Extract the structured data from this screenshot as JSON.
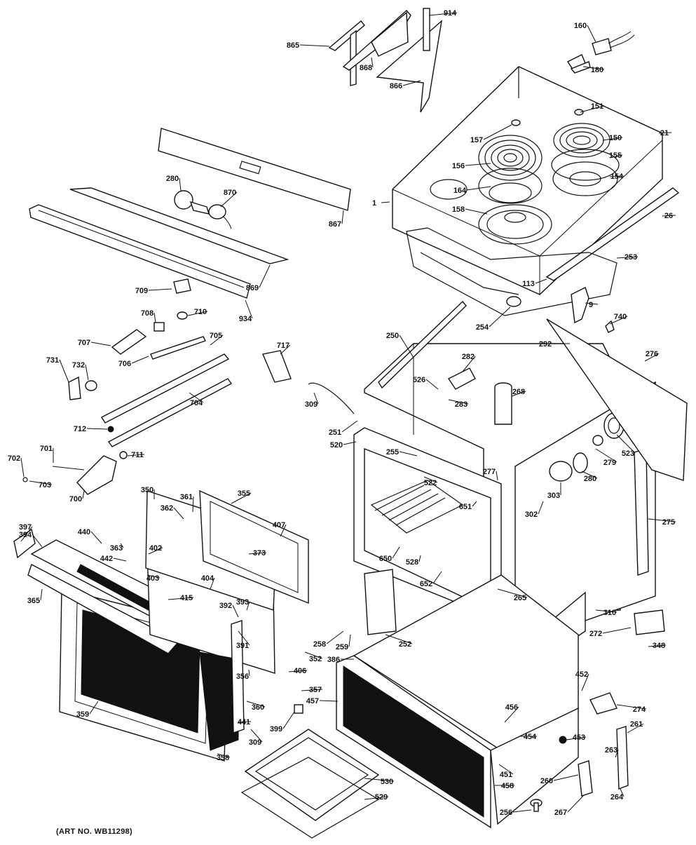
{
  "art_number": "(ART NO. WB11298)",
  "callouts": [
    {
      "id": "p865",
      "text": "865"
    },
    {
      "id": "p868",
      "text": "868"
    },
    {
      "id": "p866",
      "text": "866"
    },
    {
      "id": "p914",
      "text": "914"
    },
    {
      "id": "p160",
      "text": "160"
    },
    {
      "id": "p180",
      "text": "180"
    },
    {
      "id": "p151",
      "text": "151"
    },
    {
      "id": "p21",
      "text": "21"
    },
    {
      "id": "p157",
      "text": "157"
    },
    {
      "id": "p150",
      "text": "150"
    },
    {
      "id": "p155",
      "text": "155"
    },
    {
      "id": "p156",
      "text": "156"
    },
    {
      "id": "p154",
      "text": "154"
    },
    {
      "id": "p164",
      "text": "164"
    },
    {
      "id": "p1",
      "text": "1"
    },
    {
      "id": "p158",
      "text": "158"
    },
    {
      "id": "p26",
      "text": "26"
    },
    {
      "id": "p253",
      "text": "253"
    },
    {
      "id": "p113",
      "text": "113"
    },
    {
      "id": "p9",
      "text": "9"
    },
    {
      "id": "p254",
      "text": "254"
    },
    {
      "id": "p740",
      "text": "740"
    },
    {
      "id": "p292",
      "text": "292"
    },
    {
      "id": "p276",
      "text": "276"
    },
    {
      "id": "p280a",
      "text": "280"
    },
    {
      "id": "p870",
      "text": "870"
    },
    {
      "id": "p867",
      "text": "867"
    },
    {
      "id": "p869",
      "text": "869"
    },
    {
      "id": "p934",
      "text": "934"
    },
    {
      "id": "p709",
      "text": "709"
    },
    {
      "id": "p708",
      "text": "708"
    },
    {
      "id": "p710",
      "text": "710"
    },
    {
      "id": "p707",
      "text": "707"
    },
    {
      "id": "p705",
      "text": "705"
    },
    {
      "id": "p706",
      "text": "706"
    },
    {
      "id": "p717",
      "text": "717"
    },
    {
      "id": "p731",
      "text": "731"
    },
    {
      "id": "p732",
      "text": "732"
    },
    {
      "id": "p704",
      "text": "704"
    },
    {
      "id": "p712",
      "text": "712"
    },
    {
      "id": "p711",
      "text": "711"
    },
    {
      "id": "p701",
      "text": "701"
    },
    {
      "id": "p702",
      "text": "702"
    },
    {
      "id": "p703",
      "text": "703"
    },
    {
      "id": "p700",
      "text": "700"
    },
    {
      "id": "p250",
      "text": "250"
    },
    {
      "id": "p282",
      "text": "282"
    },
    {
      "id": "p526",
      "text": "526"
    },
    {
      "id": "p268",
      "text": "268"
    },
    {
      "id": "p283",
      "text": "283"
    },
    {
      "id": "p309a",
      "text": "309"
    },
    {
      "id": "p251",
      "text": "251"
    },
    {
      "id": "p520",
      "text": "520"
    },
    {
      "id": "p255",
      "text": "255"
    },
    {
      "id": "p523",
      "text": "523"
    },
    {
      "id": "p279",
      "text": "279"
    },
    {
      "id": "p277",
      "text": "277"
    },
    {
      "id": "p280b",
      "text": "280"
    },
    {
      "id": "p522",
      "text": "522"
    },
    {
      "id": "p651",
      "text": "651"
    },
    {
      "id": "p303",
      "text": "303"
    },
    {
      "id": "p302",
      "text": "302"
    },
    {
      "id": "p275",
      "text": "275"
    },
    {
      "id": "p350",
      "text": "350"
    },
    {
      "id": "p355",
      "text": "355"
    },
    {
      "id": "p361",
      "text": "361"
    },
    {
      "id": "p362",
      "text": "362"
    },
    {
      "id": "p407",
      "text": "407"
    },
    {
      "id": "p397",
      "text": "397"
    },
    {
      "id": "p394",
      "text": "394"
    },
    {
      "id": "p440",
      "text": "440"
    },
    {
      "id": "p363",
      "text": "363"
    },
    {
      "id": "p402",
      "text": "402"
    },
    {
      "id": "p373",
      "text": "373"
    },
    {
      "id": "p442",
      "text": "442"
    },
    {
      "id": "p403",
      "text": "403"
    },
    {
      "id": "p404",
      "text": "404"
    },
    {
      "id": "p650",
      "text": "650"
    },
    {
      "id": "p528",
      "text": "528"
    },
    {
      "id": "p652",
      "text": "652"
    },
    {
      "id": "p265",
      "text": "265"
    },
    {
      "id": "p365",
      "text": "365"
    },
    {
      "id": "p415",
      "text": "415"
    },
    {
      "id": "p392",
      "text": "392"
    },
    {
      "id": "p393",
      "text": "393"
    },
    {
      "id": "p310",
      "text": "310"
    },
    {
      "id": "p391",
      "text": "391"
    },
    {
      "id": "p272",
      "text": "272"
    },
    {
      "id": "p258",
      "text": "258"
    },
    {
      "id": "p259",
      "text": "259"
    },
    {
      "id": "p252",
      "text": "252"
    },
    {
      "id": "p348",
      "text": "348"
    },
    {
      "id": "p352",
      "text": "352"
    },
    {
      "id": "p386",
      "text": "386"
    },
    {
      "id": "p406",
      "text": "406"
    },
    {
      "id": "p356",
      "text": "356"
    },
    {
      "id": "p452",
      "text": "452"
    },
    {
      "id": "p357",
      "text": "357"
    },
    {
      "id": "p274",
      "text": "274"
    },
    {
      "id": "p457",
      "text": "457"
    },
    {
      "id": "p456",
      "text": "456"
    },
    {
      "id": "p261",
      "text": "261"
    },
    {
      "id": "p359",
      "text": "359"
    },
    {
      "id": "p360",
      "text": "360"
    },
    {
      "id": "p441",
      "text": "441"
    },
    {
      "id": "p399",
      "text": "399"
    },
    {
      "id": "p309b",
      "text": "309"
    },
    {
      "id": "p454",
      "text": "454"
    },
    {
      "id": "p453",
      "text": "453"
    },
    {
      "id": "p263",
      "text": "263"
    },
    {
      "id": "p358",
      "text": "358"
    },
    {
      "id": "p451",
      "text": "451"
    },
    {
      "id": "p260",
      "text": "260"
    },
    {
      "id": "p530",
      "text": "530"
    },
    {
      "id": "p458",
      "text": "458"
    },
    {
      "id": "p264",
      "text": "264"
    },
    {
      "id": "p529",
      "text": "529"
    },
    {
      "id": "p256",
      "text": "256"
    },
    {
      "id": "p267",
      "text": "267"
    }
  ]
}
